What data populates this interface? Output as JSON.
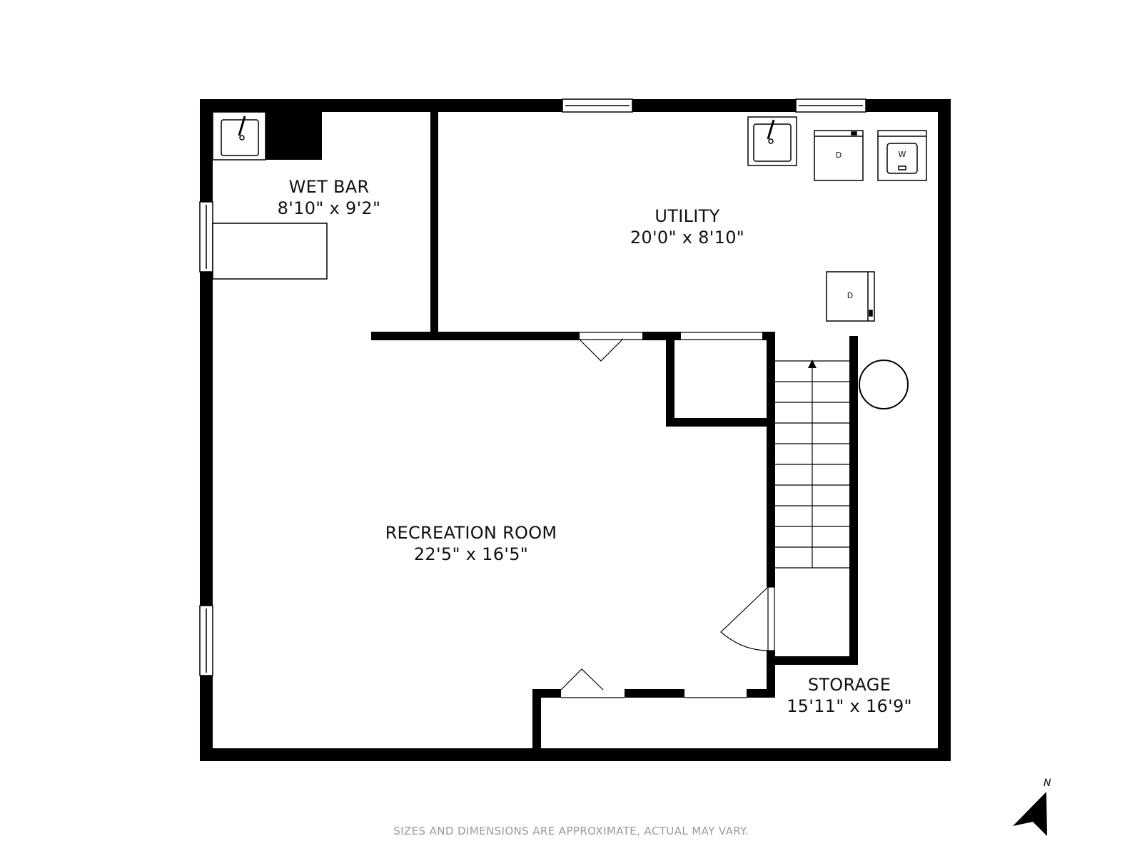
{
  "rooms": {
    "wet_bar": {
      "name": "WET BAR",
      "dims": "8'10\" x 9'2\""
    },
    "utility": {
      "name": "UTILITY",
      "dims": "20'0\" x 8'10\""
    },
    "recreation": {
      "name": "RECREATION ROOM",
      "dims": "22'5\" x 16'5\""
    },
    "storage": {
      "name": "STORAGE",
      "dims": "15'11\" x 16'9\""
    }
  },
  "appliances": {
    "dryer_label": "D",
    "washer_label": "W",
    "second_dryer_label": "D"
  },
  "compass": {
    "label": "N"
  },
  "disclaimer": "SIZES AND DIMENSIONS ARE APPROXIMATE, ACTUAL MAY VARY.",
  "colors": {
    "wall": "#000000",
    "background": "#ffffff",
    "disclaimer": "#9a9a9a"
  }
}
